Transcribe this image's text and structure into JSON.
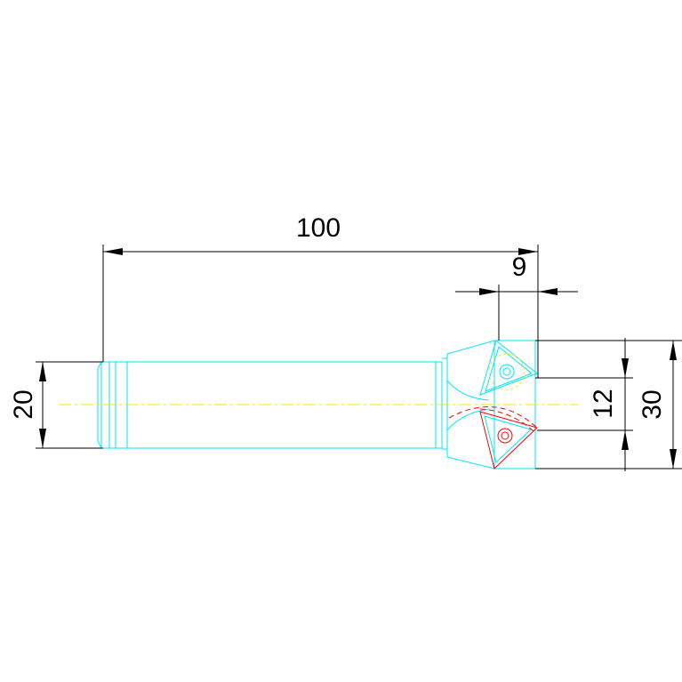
{
  "dimensions": {
    "overall_length": "100",
    "insert_offset": "9",
    "shank_diameter": "20",
    "insert_spacing": "12",
    "head_diameter": "30"
  },
  "colors": {
    "outline": "#00e5ff",
    "centerline": "#ffe000",
    "dimension": "#000000",
    "hidden_insert": "#ff0000"
  }
}
